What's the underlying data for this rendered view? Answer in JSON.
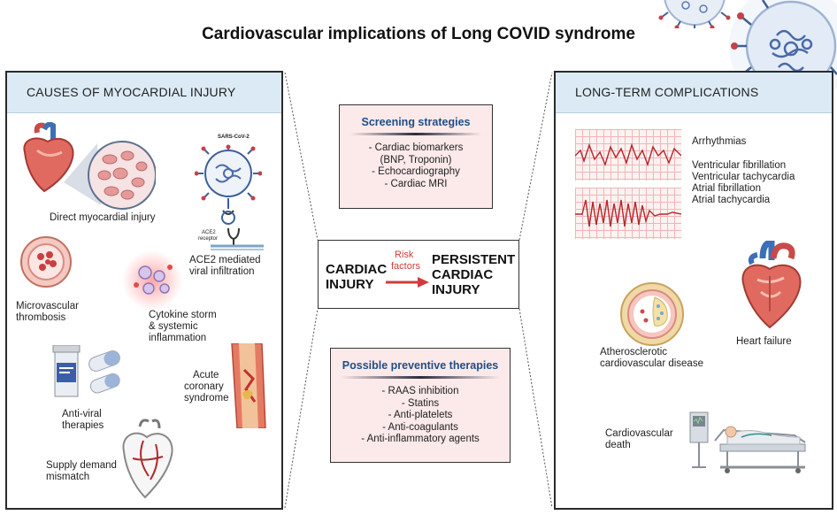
{
  "title": "Cardiovascular implications of Long COVID syndrome",
  "left_panel": {
    "header": "CAUSES OF MYOCARDIAL INJURY",
    "items": {
      "direct": "Direct myocardial injury",
      "sars_label": "SARS-CoV-2",
      "ace2_small": "ACE2",
      "receptor_small": "receptor",
      "ace2_line1": "ACE2 mediated",
      "ace2_line2": "viral infiltration",
      "micro_line1": "Microvascular",
      "micro_line2": "thrombosis",
      "cyto_line1": "Cytokine storm",
      "cyto_line2": "& systemic",
      "cyto_line3": "inflammation",
      "acs_line1": "Acute",
      "acs_line2": "coronary",
      "acs_line3": "syndrome",
      "antiviral_line1": "Anti-viral",
      "antiviral_line2": "therapies",
      "supply_line1": "Supply demand",
      "supply_line2": "mismatch"
    }
  },
  "screening": {
    "title": "Screening strategies",
    "items": [
      "- Cardiac biomarkers",
      "(BNP, Troponin)",
      "- Echocardiography",
      "- Cardiac MRI"
    ]
  },
  "center": {
    "left_line1": "CARDIAC",
    "left_line2": "INJURY",
    "risk_line1": "Risk",
    "risk_line2": "factors",
    "right_line1": "PERSISTENT",
    "right_line2": "CARDIAC",
    "right_line3": "INJURY"
  },
  "therapies": {
    "title": "Possible preventive therapies",
    "items": [
      "- RAAS inhibition",
      "- Statins",
      "- Anti-platelets",
      "- Anti-coagulants",
      "- Anti-inflammatory agents"
    ]
  },
  "right_panel": {
    "header": "LONG-TERM COMPLICATIONS",
    "arrhythmias": "Arrhythmias",
    "arrhythmia_list": [
      "Ventricular fibrillation",
      "Ventricular tachycardia",
      "Atrial fibrillation",
      "Atrial tachycardia"
    ],
    "athero_line1": "Atherosclerotic",
    "athero_line2": "cardiovascular disease",
    "heart_failure": "Heart failure",
    "death_line1": "Cardiovascular",
    "death_line2": "death"
  },
  "colors": {
    "header_bg": "#dbeaf4",
    "box_bg": "#fce9ea",
    "box_title": "#1f4e86",
    "arrow_red": "#d23b3b",
    "virus_blue": "#3d5f99",
    "virus_red": "#c4424a"
  }
}
